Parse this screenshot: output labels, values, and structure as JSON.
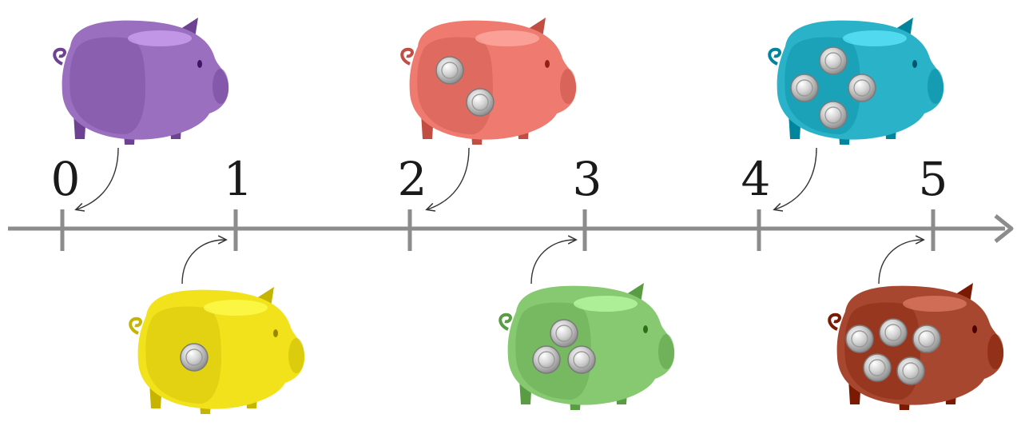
{
  "number_line": {
    "ticks": [
      "0",
      "1",
      "2",
      "3",
      "4",
      "5"
    ],
    "color": "#8c8c8c"
  },
  "piggy_banks": [
    {
      "number": 0,
      "coins": 0,
      "color": "#9b6fc0"
    },
    {
      "number": 1,
      "coins": 1,
      "color": "#f2e21c"
    },
    {
      "number": 2,
      "coins": 2,
      "color": "#ef7a70"
    },
    {
      "number": 3,
      "coins": 3,
      "color": "#86c970"
    },
    {
      "number": 4,
      "coins": 4,
      "color": "#2ab2c9"
    },
    {
      "number": 5,
      "coins": 5,
      "color": "#a8472f"
    }
  ]
}
